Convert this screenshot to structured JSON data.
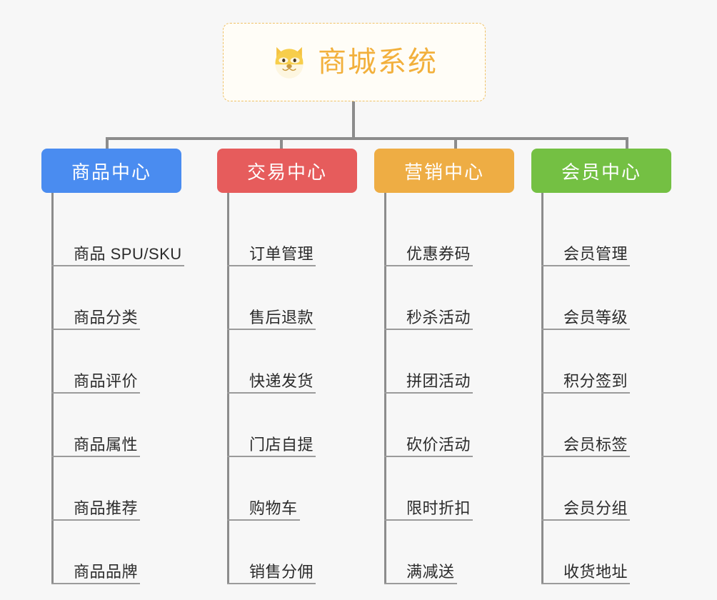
{
  "root": {
    "title": "商城系统",
    "icon": "dog-face-icon",
    "border_color": "#f0c267",
    "text_color": "#f2b03c",
    "background": "#fffdf7"
  },
  "canvas": {
    "background": "#f7f7f7",
    "connector_color": "#8c8c8c"
  },
  "columns": [
    {
      "header": "商品中心",
      "color": "#4a8cf0",
      "items": [
        "商品 SPU/SKU",
        "商品分类",
        "商品评价",
        "商品属性",
        "商品推荐",
        "商品品牌"
      ]
    },
    {
      "header": "交易中心",
      "color": "#e65c5c",
      "items": [
        "订单管理",
        "售后退款",
        "快递发货",
        "门店自提",
        "购物车",
        "销售分佣"
      ]
    },
    {
      "header": "营销中心",
      "color": "#eead44",
      "items": [
        "优惠券码",
        "秒杀活动",
        "拼团活动",
        "砍价活动",
        "限时折扣",
        "满减送"
      ]
    },
    {
      "header": "会员中心",
      "color": "#74c043",
      "items": [
        "会员管理",
        "会员等级",
        "积分签到",
        "会员标签",
        "会员分组",
        "收货地址"
      ]
    }
  ]
}
